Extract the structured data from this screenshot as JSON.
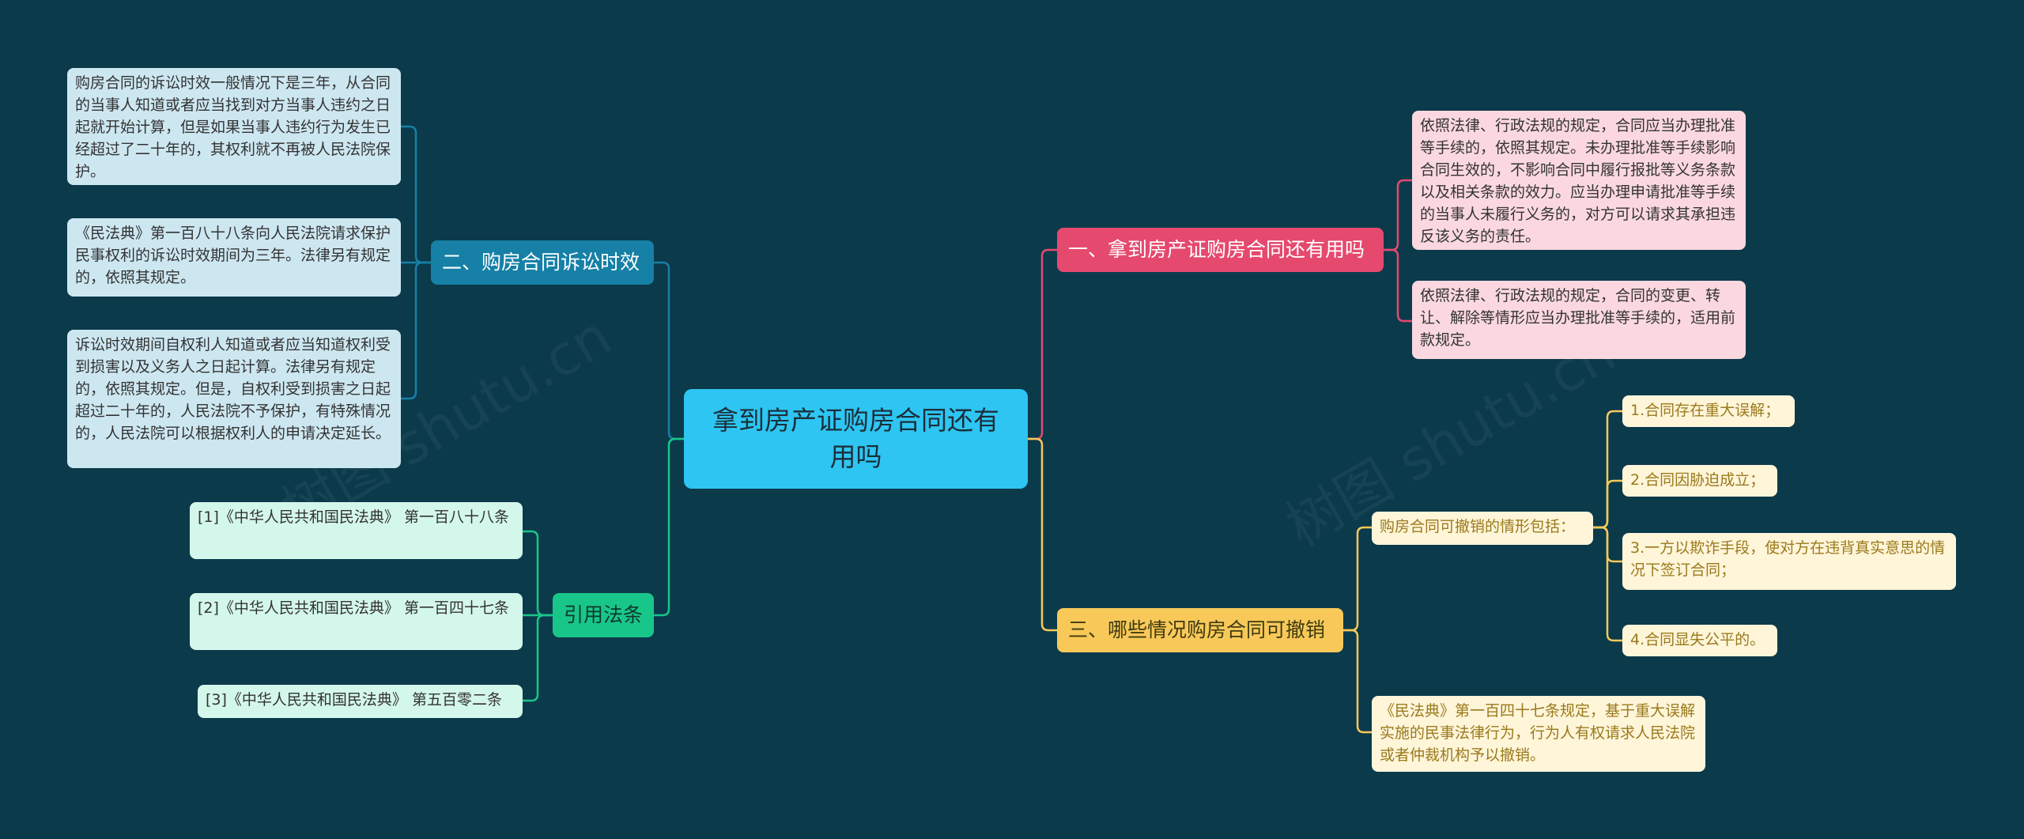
{
  "root": {
    "text": "拿到房产证购房合同还有用吗"
  },
  "branches": {
    "b1": {
      "label": "一、拿到房产证购房合同还有用吗",
      "color": "#e6496e",
      "leaves": [
        "依照法律、行政法规的规定，合同应当办理批准等手续的，依照其规定。未办理批准等手续影响合同生效的，不影响合同中履行报批等义务条款以及相关条款的效力。应当办理申请批准等手续的当事人未履行义务的，对方可以请求其承担违反该义务的责任。",
        "依照法律、行政法规的规定，合同的变更、转让、解除等情形应当办理批准等手续的，适用前款规定。"
      ]
    },
    "b2": {
      "label": "二、购房合同诉讼时效",
      "color": "#1680a6",
      "leaves": [
        "购房合同的诉讼时效一般情况下是三年，从合同的当事人知道或者应当找到对方当事人违约之日起就开始计算，但是如果当事人违约行为发生已经超过了二十年的，其权利就不再被人民法院保护。",
        "《民法典》第一百八十八条向人民法院请求保护民事权利的诉讼时效期间为三年。法律另有规定的，依照其规定。",
        "诉讼时效期间自权利人知道或者应当知道权利受到损害以及义务人之日起计算。法律另有规定的，依照其规定。但是，自权利受到损害之日起超过二十年的，人民法院不予保护，有特殊情况的，人民法院可以根据权利人的申请决定延长。"
      ]
    },
    "b3": {
      "label": "三、哪些情况购房合同可撤销",
      "color": "#f8c959",
      "sub": {
        "label": "购房合同可撤销的情形包括：",
        "items": [
          "1.合同存在重大误解；",
          "2.合同因胁迫成立；",
          "3.一方以欺诈手段，使对方在违背真实意思的情况下签订合同；",
          "4.合同显失公平的。"
        ]
      },
      "leaf": "《民法典》第一百四十七条规定，基于重大误解实施的民事法律行为，行为人有权请求人民法院或者仲裁机构予以撤销。"
    },
    "b4": {
      "label": "引用法条",
      "color": "#19c689",
      "leaves": [
        "[1]《中华人民共和国民法典》 第一百八十八条",
        "[2]《中华人民共和国民法典》 第一百四十七条",
        "[3]《中华人民共和国民法典》 第五百零二条"
      ]
    }
  },
  "watermark": "树图 shutu.cn"
}
